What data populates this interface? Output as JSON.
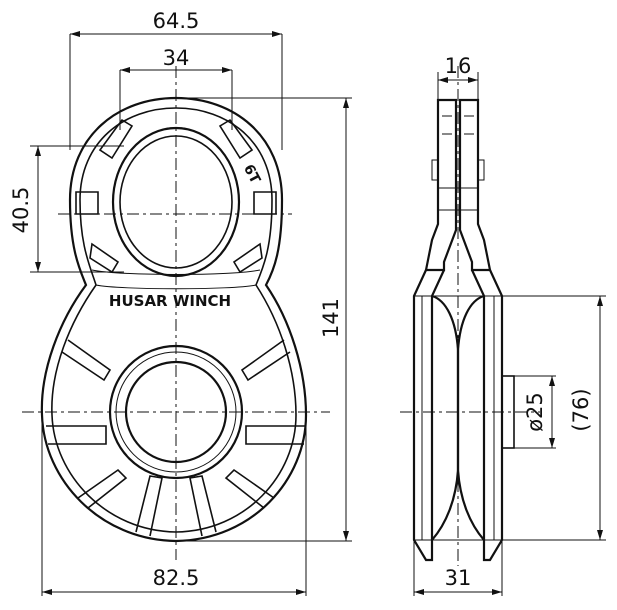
{
  "front_view": {
    "brand_text": "HUSAR WINCH",
    "rating_text": "6T",
    "dims": {
      "top_width": "64.5",
      "eye_width": "34",
      "eye_height": "40.5",
      "total_height": "141",
      "bottom_width": "82.5"
    }
  },
  "side_view": {
    "dims": {
      "top_width": "16",
      "bore_diameter": "ø25",
      "sheave_diameter": "(76)",
      "bottom_width": "31"
    }
  }
}
